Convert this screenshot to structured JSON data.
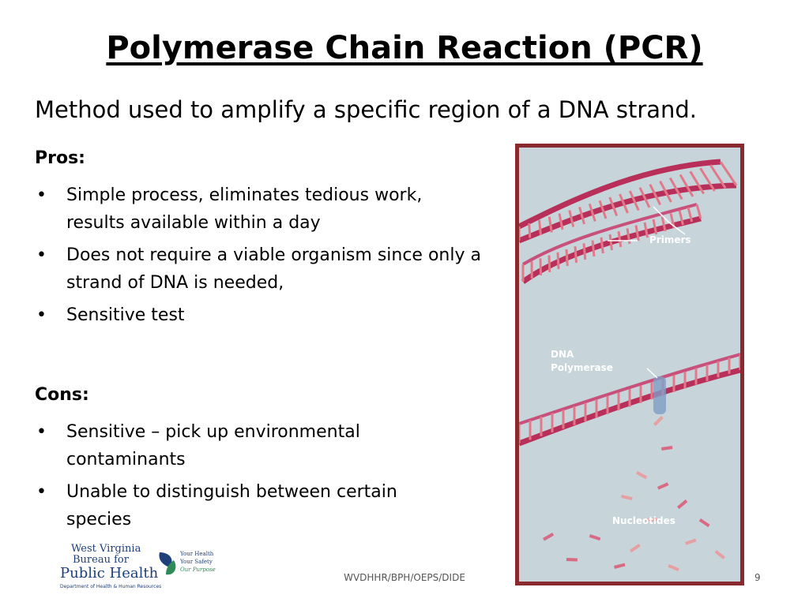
{
  "slide": {
    "title": "Polymerase Chain Reaction (PCR)",
    "subtitle": "Method used to amplify a specific region of a DNA strand.",
    "pros_heading": "Pros:",
    "pros": [
      "Simple process, eliminates tedious work,  results available within a day",
      "Does not require a viable organism since only a strand of DNA is needed,",
      "Sensitive test"
    ],
    "cons_heading": "Cons:",
    "cons": [
      "Sensitive – pick up environmental contaminants",
      "Unable to distinguish between certain species"
    ],
    "footer": "WVDHHR/BPH/OEPS/DIDE",
    "page_number": "9",
    "bullet_glyph": "•"
  },
  "figure": {
    "label_primers": "Primers",
    "label_dna_polymerase_1": "DNA",
    "label_dna_polymerase_2": "Polymerase",
    "label_nucleotides": "Nucleotides",
    "border_color": "#8b2a2e",
    "background_color": "#c7d5db",
    "strand_color": "#b8305a"
  },
  "logo": {
    "line1": "West Virginia",
    "line2": "Bureau for",
    "line3": "Public Health",
    "line4": "Department of Health & Human Resources",
    "tag1": "Your Health",
    "tag2": "Your Safety",
    "tag3": "Our Purpose"
  }
}
